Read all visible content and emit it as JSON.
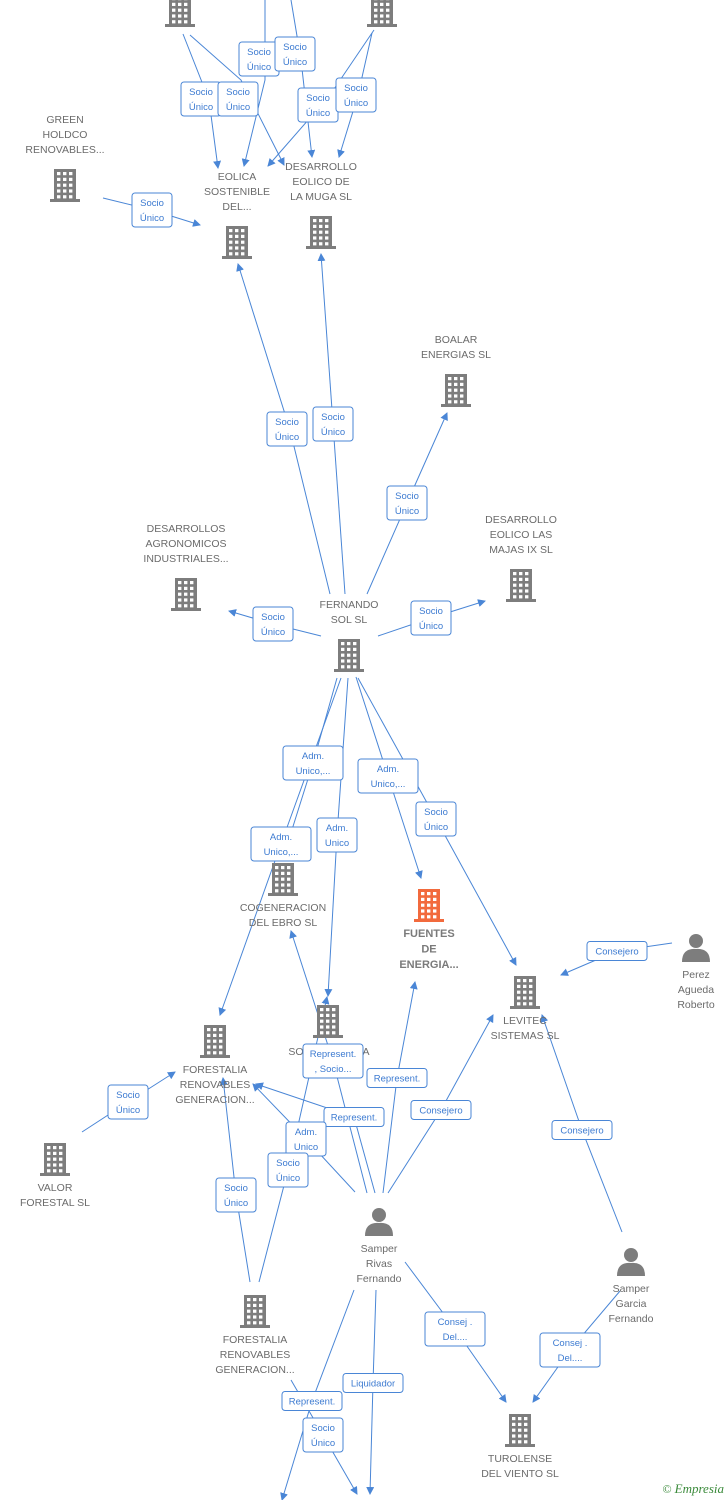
{
  "colors": {
    "edge": "#4a86d6",
    "edge_text": "#3d7bd1",
    "company": "#7d7d7d",
    "company_focus": "#f26a3d",
    "person": "#7d7d7d",
    "label": "#6b6b6b"
  },
  "nodes": [
    {
      "id": "top_a",
      "kind": "company",
      "icon": "building-icon",
      "lines": []
    },
    {
      "id": "top_b",
      "kind": "company",
      "icon": "building-icon",
      "lines": []
    },
    {
      "id": "green",
      "kind": "company",
      "icon": "building-icon",
      "lines": [
        "GREEN",
        "HOLDCO",
        "RENOVABLES..."
      ]
    },
    {
      "id": "eolica",
      "kind": "company",
      "icon": "building-icon",
      "lines": [
        "EOLICA",
        "SOSTENIBLE",
        "DEL..."
      ]
    },
    {
      "id": "muga",
      "kind": "company",
      "icon": "building-icon",
      "lines": [
        "DESARROLLO",
        "EOLICO DE",
        "LA MUGA SL"
      ]
    },
    {
      "id": "boalar",
      "kind": "company",
      "icon": "building-icon",
      "lines": [
        "BOALAR",
        "ENERGIAS  SL"
      ]
    },
    {
      "id": "agronomicos",
      "kind": "company",
      "icon": "building-icon",
      "lines": [
        "DESARROLLOS",
        "AGRONOMICOS",
        "INDUSTRIALES..."
      ]
    },
    {
      "id": "majas",
      "kind": "company",
      "icon": "building-icon",
      "lines": [
        "DESARROLLO",
        "EOLICO LAS",
        "MAJAS IX  SL"
      ]
    },
    {
      "id": "fernando",
      "kind": "company",
      "icon": "building-icon",
      "lines": [
        "FERNANDO",
        "SOL SL"
      ]
    },
    {
      "id": "cogeneracion",
      "kind": "company",
      "icon": "building-icon",
      "lines": [
        "COGENERACION",
        "DEL EBRO  SL"
      ]
    },
    {
      "id": "fuentes",
      "kind": "focus",
      "icon": "building-icon",
      "lines": [
        "FUENTES",
        "DE",
        "ENERGIA..."
      ]
    },
    {
      "id": "levitec",
      "kind": "company",
      "icon": "building-icon",
      "lines": [
        "LEVITEC",
        "SISTEMAS  SL"
      ]
    },
    {
      "id": "perez",
      "kind": "person",
      "icon": "person-icon",
      "lines": [
        "Perez",
        "Agueda",
        "Roberto"
      ]
    },
    {
      "id": "forestalia1",
      "kind": "company",
      "icon": "building-icon",
      "lines": [
        "FORESTALIA",
        "RENOVABLES",
        "GENERACION..."
      ]
    },
    {
      "id": "sol",
      "kind": "company",
      "icon": "building-icon",
      "lines": [
        "SO",
        "A"
      ]
    },
    {
      "id": "valor",
      "kind": "company",
      "icon": "building-icon",
      "lines": [
        "VALOR",
        "FORESTAL SL"
      ]
    },
    {
      "id": "samper_rivas",
      "kind": "person",
      "icon": "person-icon",
      "lines": [
        "Samper",
        "Rivas",
        "Fernando"
      ]
    },
    {
      "id": "samper_garcia",
      "kind": "person",
      "icon": "person-icon",
      "lines": [
        "Samper",
        "Garcia",
        "Fernando"
      ]
    },
    {
      "id": "forestalia2",
      "kind": "company",
      "icon": "building-icon",
      "lines": [
        "FORESTALIA",
        "RENOVABLES",
        "GENERACION..."
      ]
    },
    {
      "id": "turolense",
      "kind": "company",
      "icon": "building-icon",
      "lines": [
        "TUROLENSE",
        "DEL VIENTO SL"
      ]
    }
  ],
  "edges": [
    {
      "lines": [
        "Socio",
        "Único"
      ]
    },
    {
      "lines": [
        "Socio",
        "Único"
      ]
    },
    {
      "lines": [
        "Socio",
        "Único"
      ]
    },
    {
      "lines": [
        "Socio",
        "Único"
      ]
    },
    {
      "lines": [
        "Socio",
        "Único"
      ]
    },
    {
      "lines": [
        "Socio",
        "Único"
      ]
    },
    {
      "lines": [
        "Socio",
        "Único"
      ]
    },
    {
      "lines": [
        "Socio",
        "Único"
      ]
    },
    {
      "lines": [
        "Socio",
        "Único"
      ]
    },
    {
      "lines": [
        "Socio",
        "Único"
      ]
    },
    {
      "lines": [
        "Socio",
        "Único"
      ]
    },
    {
      "lines": [
        "Socio",
        "Único"
      ]
    },
    {
      "lines": [
        "Adm.",
        "Unico,..."
      ]
    },
    {
      "lines": [
        "Adm.",
        "Unico,..."
      ]
    },
    {
      "lines": [
        "Adm.",
        "Unico"
      ]
    },
    {
      "lines": [
        "Adm.",
        "Unico,..."
      ]
    },
    {
      "lines": [
        "Socio",
        "Único"
      ]
    },
    {
      "lines": [
        "Consejero"
      ]
    },
    {
      "lines": [
        "Socio",
        "Único"
      ]
    },
    {
      "lines": [
        "Represent.",
        ", Socio..."
      ]
    },
    {
      "lines": [
        "Represent."
      ]
    },
    {
      "lines": [
        "Represent."
      ]
    },
    {
      "lines": [
        "Consejero"
      ]
    },
    {
      "lines": [
        "Consejero"
      ]
    },
    {
      "lines": [
        "Adm.",
        "Unico"
      ]
    },
    {
      "lines": [
        "Socio",
        "Único"
      ]
    },
    {
      "lines": [
        "Socio",
        "Único"
      ]
    },
    {
      "lines": [
        "Consej .",
        "Del...."
      ]
    },
    {
      "lines": [
        "Consej .",
        "Del...."
      ]
    },
    {
      "lines": [
        "Liquidador"
      ]
    },
    {
      "lines": [
        "Represent."
      ]
    },
    {
      "lines": [
        "Socio",
        "Único"
      ]
    }
  ],
  "watermark": {
    "symbol": "©",
    "text": "Empresia"
  }
}
